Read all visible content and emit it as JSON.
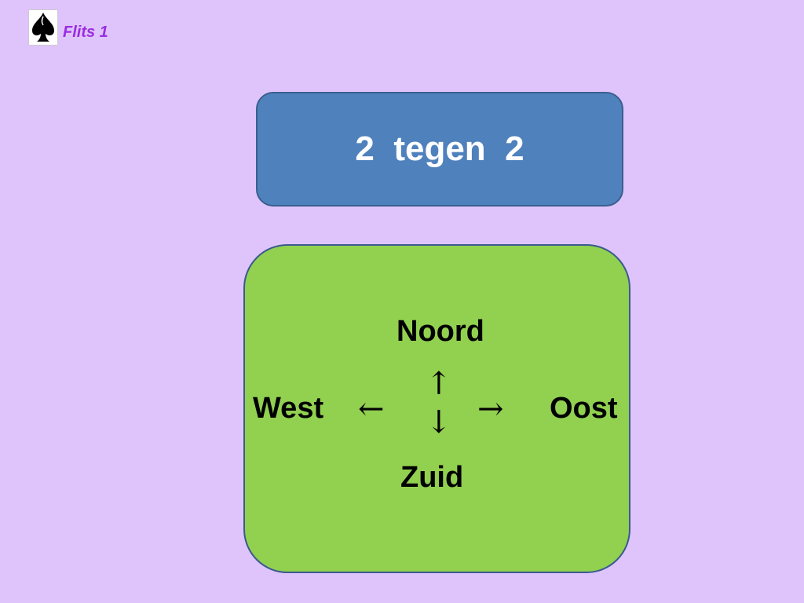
{
  "header": {
    "logo_icon": "spade-icon",
    "label": "Flits 1"
  },
  "title_box": {
    "text": "2  tegen  2"
  },
  "compass": {
    "north": "Noord",
    "west": "West",
    "east": "Oost",
    "south": "Zuid",
    "arrow_up": "↑",
    "arrow_down": "↓",
    "arrow_left": "←",
    "arrow_right": "→"
  },
  "colors": {
    "background": "#dfc4fb",
    "title_box": "#4f81bd",
    "compass_box": "#92d050",
    "label_accent": "#9a2de0"
  }
}
